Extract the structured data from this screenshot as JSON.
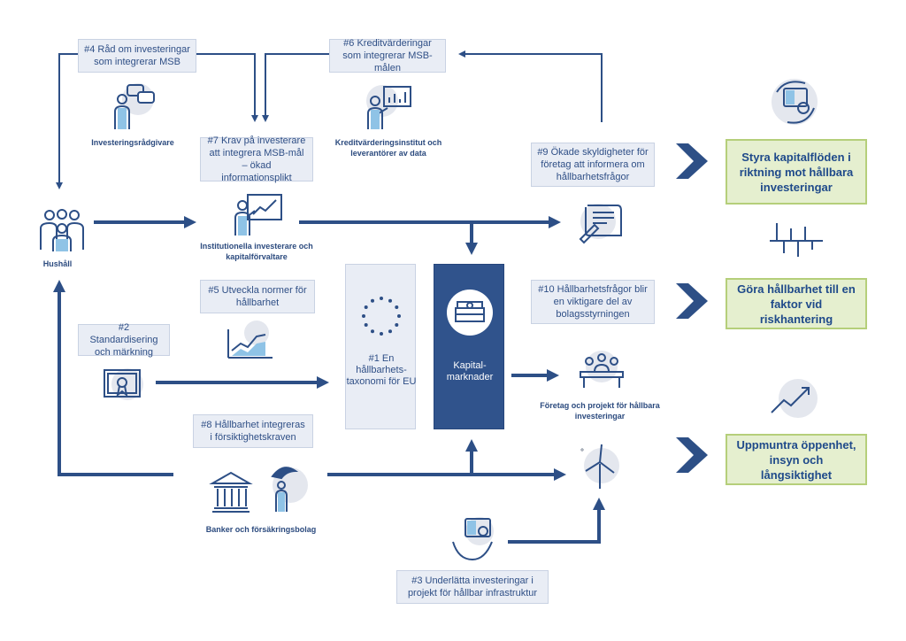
{
  "boxes": {
    "b4": "#4 Råd om investeringar som integrerar MSB",
    "b6": "#6 Kreditvärderingar som integrerar MSB-målen",
    "b7": "#7 Krav på investerare att integrera MSB-mål – ökad informationsplikt",
    "b9": "#9 Ökade skyldigheter för företag att informera om hållbarhetsfrågor",
    "b5": "#5 Utveckla normer för hållbarhet",
    "b10": "#10 Hållbarhetsfrågor blir en viktigare del av bolagsstyrningen",
    "b2": "#2 Standardisering och märkning",
    "b8": "#8 Hållbarhet integreras i försiktighetskraven",
    "b3": "#3 Underlätta investeringar i projekt för hållbar infrastruktur"
  },
  "taxonomy": "#1 En hållbarhets-taxonomi för EU",
  "capital_markets": "Kapital-marknader",
  "labels": {
    "advisor": "Investeringsrådgivare",
    "credit": "Kreditvärderingsinstitut och leverantörer av data",
    "households": "Hushåll",
    "institutional": "Institutionella investerare och kapitalförvaltare",
    "companies": "Företag och projekt för hållbara investeringar",
    "banks": "Banker och försäkringsbolag"
  },
  "outcomes": [
    "Styra kapitalflöden i riktning  mot hållbara investeringar",
    "Göra hållbarhet till en faktor vid riskhantering",
    "Uppmuntra öppenhet, insyn och långsiktighet"
  ],
  "colors": {
    "arrow": "#2d4f86",
    "chevron": "#2d4f86",
    "box_fill": "#e9edf5",
    "capital_fill": "#30538c",
    "outcome_fill": "#e5efcf",
    "outcome_border": "#b5cf7a",
    "icon_circle": "#e4e7ee"
  }
}
